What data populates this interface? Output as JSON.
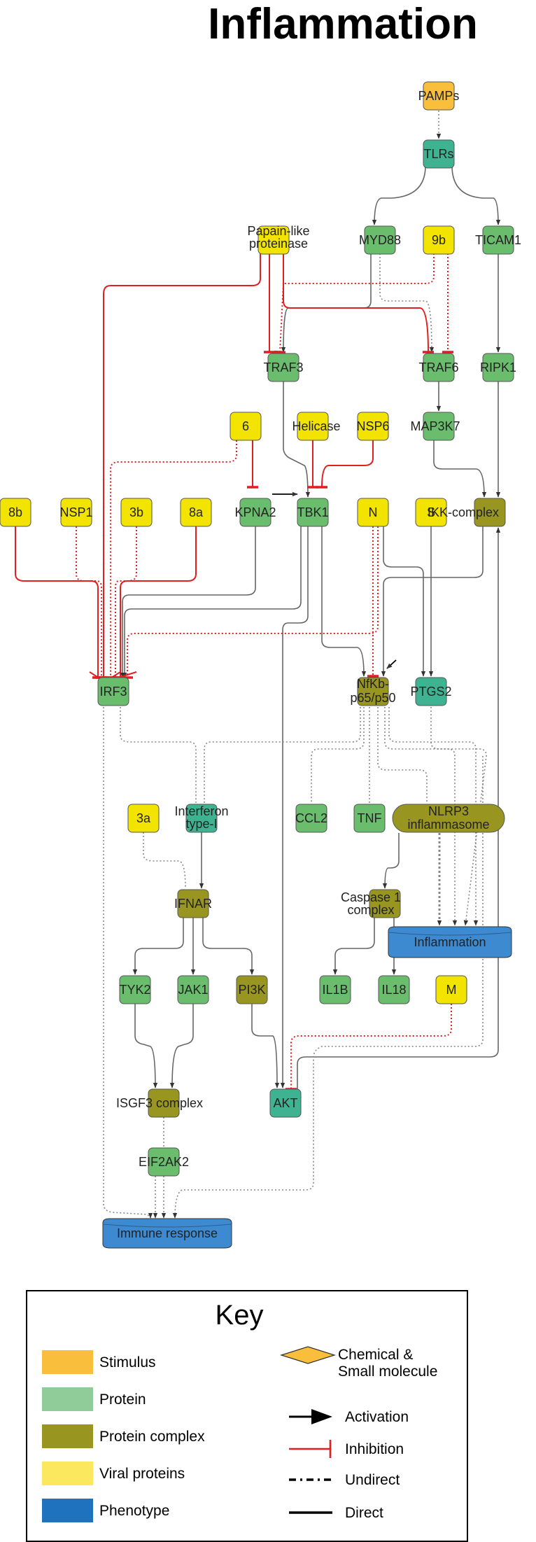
{
  "title": "Inflammation",
  "colors": {
    "stimulus": "#F8BE3C",
    "protein": "#6BBD6E",
    "protein_teal": "#3FB391",
    "complex": "#989621",
    "viral": "#F3E400",
    "phenotype": "#3E8AD0",
    "activation": "#333333",
    "inhibition": "#E02020",
    "undirect": "#888888"
  },
  "nodes": [
    {
      "id": "PAMPs",
      "label": "PAMPs",
      "type": "stimulus"
    },
    {
      "id": "TLRs",
      "label": "TLRs",
      "type": "protein_teal"
    },
    {
      "id": "PLP",
      "label": "Papain-like",
      "label2": "proteinase",
      "type": "viral"
    },
    {
      "id": "MYD88",
      "label": "MYD88",
      "type": "protein"
    },
    {
      "id": "N9b",
      "label": "9b",
      "type": "viral"
    },
    {
      "id": "TICAM1",
      "label": "TICAM1",
      "type": "protein"
    },
    {
      "id": "TRAF3",
      "label": "TRAF3",
      "type": "protein"
    },
    {
      "id": "TRAF6",
      "label": "TRAF6",
      "type": "protein"
    },
    {
      "id": "RIPK1",
      "label": "RIPK1",
      "type": "protein"
    },
    {
      "id": "V6",
      "label": "6",
      "type": "viral"
    },
    {
      "id": "Helicase",
      "label": "Helicase",
      "type": "viral"
    },
    {
      "id": "NSP6",
      "label": "NSP6",
      "type": "viral"
    },
    {
      "id": "MAP3K7",
      "label": "MAP3K7",
      "type": "protein"
    },
    {
      "id": "V8b",
      "label": "8b",
      "type": "viral"
    },
    {
      "id": "NSP1",
      "label": "NSP1",
      "type": "viral"
    },
    {
      "id": "V3b",
      "label": "3b",
      "type": "viral"
    },
    {
      "id": "V8a",
      "label": "8a",
      "type": "viral"
    },
    {
      "id": "KPNA2",
      "label": "KPNA2",
      "type": "protein"
    },
    {
      "id": "TBK1",
      "label": "TBK1",
      "type": "protein"
    },
    {
      "id": "VN",
      "label": "N",
      "type": "viral"
    },
    {
      "id": "VS",
      "label": "S",
      "type": "viral"
    },
    {
      "id": "IKK",
      "label": "IKK-complex",
      "type": "complex"
    },
    {
      "id": "IRF3",
      "label": "IRF3",
      "type": "protein"
    },
    {
      "id": "NFKB",
      "label": "NfKb-",
      "label2": "p65/p50",
      "type": "complex"
    },
    {
      "id": "PTGS2",
      "label": "PTGS2",
      "type": "protein_teal"
    },
    {
      "id": "V3a",
      "label": "3a",
      "type": "viral"
    },
    {
      "id": "IFN1",
      "label": "Interferon",
      "label2": "type-I",
      "type": "protein_teal"
    },
    {
      "id": "CCL2",
      "label": "CCL2",
      "type": "protein"
    },
    {
      "id": "TNF",
      "label": "TNF",
      "type": "protein"
    },
    {
      "id": "NLRP3",
      "label": "NLRP3",
      "label2": "inflammasome",
      "type": "complex"
    },
    {
      "id": "IFNAR",
      "label": "IFNAR",
      "type": "complex"
    },
    {
      "id": "CASP1",
      "label": "Caspase 1",
      "label2": "complex",
      "type": "complex"
    },
    {
      "id": "INFL",
      "label": "Inflammation",
      "type": "phenotype"
    },
    {
      "id": "TYK2",
      "label": "TYK2",
      "type": "protein"
    },
    {
      "id": "JAK1",
      "label": "JAK1",
      "type": "protein"
    },
    {
      "id": "PI3K",
      "label": "PI3K",
      "type": "complex"
    },
    {
      "id": "IL1B",
      "label": "IL1B",
      "type": "protein"
    },
    {
      "id": "IL18",
      "label": "IL18",
      "type": "protein"
    },
    {
      "id": "VM",
      "label": "M",
      "type": "viral"
    },
    {
      "id": "ISGF3",
      "label": "ISGF3 complex",
      "type": "complex"
    },
    {
      "id": "AKT",
      "label": "AKT",
      "type": "protein_teal"
    },
    {
      "id": "EIF2AK2",
      "label": "EIF2AK2",
      "type": "protein"
    },
    {
      "id": "IMMUNE",
      "label": "Immune response",
      "type": "phenotype"
    }
  ],
  "key": {
    "title": "Key",
    "items": [
      {
        "label": "Stimulus",
        "kind": "swatch",
        "color": "#F8BE3C"
      },
      {
        "label": "Protein",
        "kind": "swatch",
        "color": "#8FCC9A"
      },
      {
        "label": "Protein complex",
        "kind": "swatch",
        "color": "#989621"
      },
      {
        "label": "Viral proteins",
        "kind": "swatch",
        "color": "#FBE85F"
      },
      {
        "label": "Phenotype",
        "kind": "swatch",
        "color": "#1E72BE"
      }
    ],
    "right_items": [
      {
        "label": "Chemical &",
        "label2": "Small molecule",
        "kind": "diamond",
        "color": "#F8BE3C"
      },
      {
        "label": "Activation",
        "kind": "activation"
      },
      {
        "label": "Inhibition",
        "kind": "inhibition"
      },
      {
        "label": "Undirect",
        "kind": "undirect"
      },
      {
        "label": "Direct",
        "kind": "direct"
      }
    ]
  }
}
